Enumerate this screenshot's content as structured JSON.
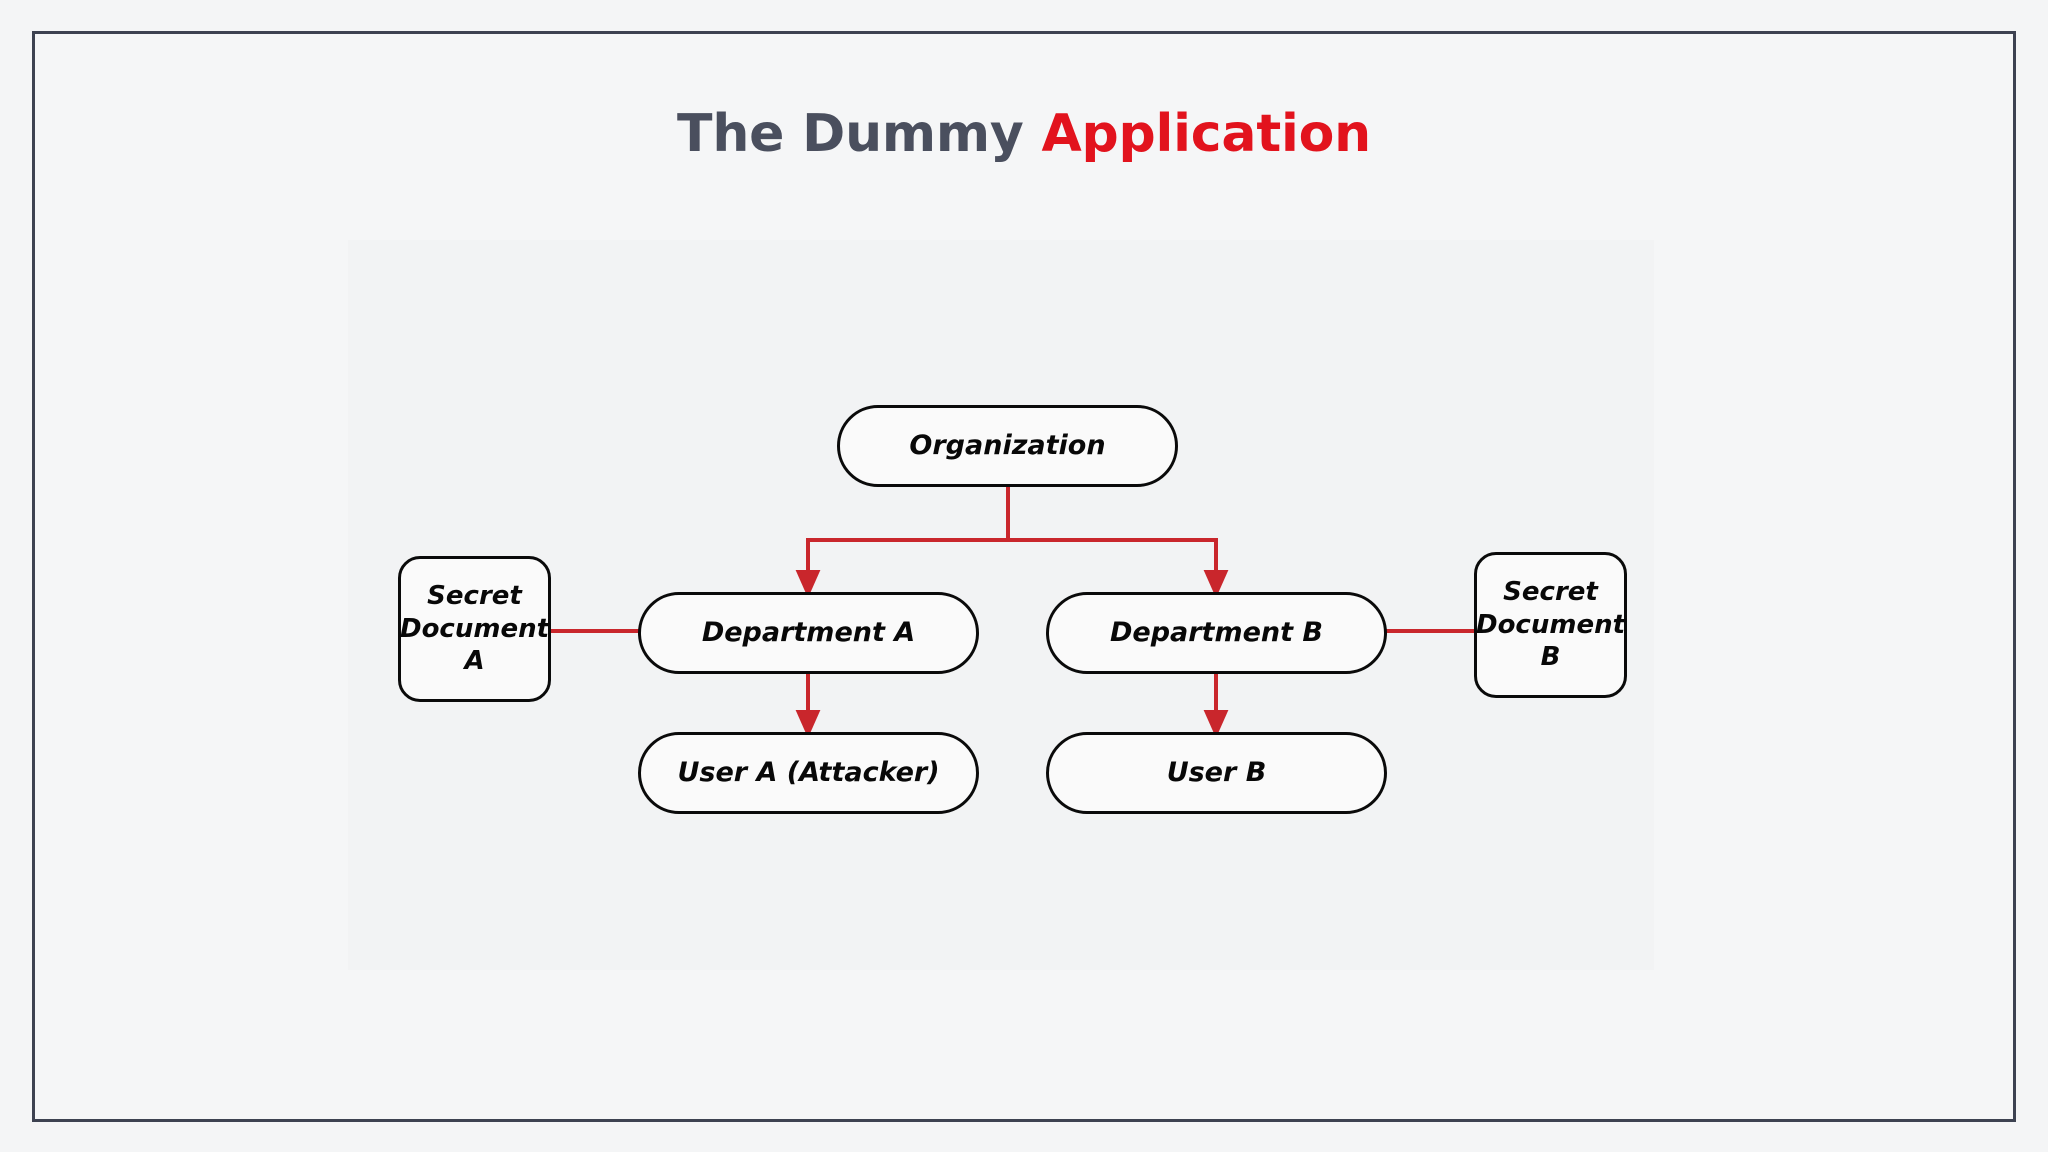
{
  "slide": {
    "title_main": "The Dummy ",
    "title_accent": "Application",
    "accent_color": "#e2131d",
    "title_color": "#4a4f5e",
    "frame_color": "#3d4251",
    "background_color": "#f4f5f6"
  },
  "diagram": {
    "type": "org-hierarchy",
    "connector_color": "#c9262c",
    "node_border_color": "#0a0a0a",
    "node_fill_color": "#fafafa",
    "nodes": [
      {
        "id": "organization",
        "label": "Organization",
        "shape": "pill"
      },
      {
        "id": "department-a",
        "label": "Department A",
        "shape": "pill"
      },
      {
        "id": "department-b",
        "label": "Department B",
        "shape": "pill"
      },
      {
        "id": "user-a",
        "label": "User A (Attacker)",
        "shape": "pill"
      },
      {
        "id": "user-b",
        "label": "User B",
        "shape": "pill"
      },
      {
        "id": "secret-doc-a",
        "label": "Secret Document A",
        "shape": "rounded-square"
      },
      {
        "id": "secret-doc-b",
        "label": "Secret Document B",
        "shape": "rounded-square"
      }
    ],
    "edges": [
      {
        "from": "organization",
        "to": "department-a",
        "style": "orthogonal",
        "arrow": true
      },
      {
        "from": "organization",
        "to": "department-b",
        "style": "orthogonal",
        "arrow": true
      },
      {
        "from": "department-a",
        "to": "user-a",
        "style": "straight",
        "arrow": true
      },
      {
        "from": "department-b",
        "to": "user-b",
        "style": "straight",
        "arrow": true
      },
      {
        "from": "secret-doc-a",
        "to": "department-a",
        "style": "straight",
        "arrow": false
      },
      {
        "from": "department-b",
        "to": "secret-doc-b",
        "style": "straight",
        "arrow": false
      }
    ]
  }
}
